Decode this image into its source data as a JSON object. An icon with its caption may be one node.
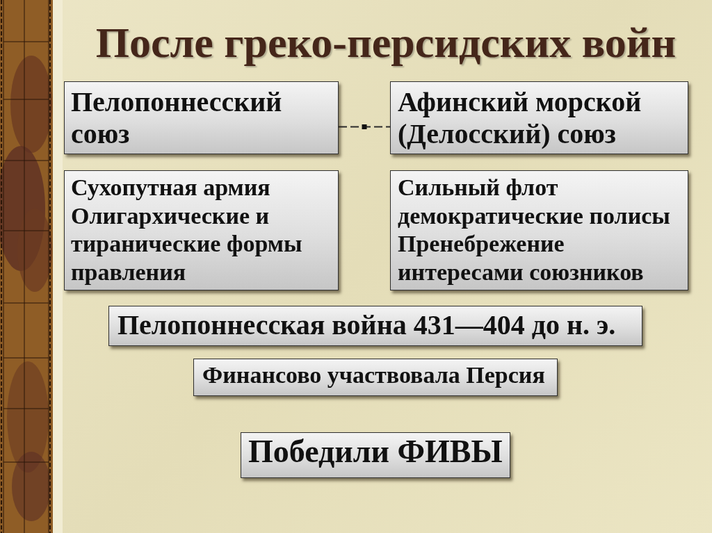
{
  "diagram": {
    "title": "После греко-персидских войн",
    "nodes": [
      {
        "text": [
          "Пелопоннесский союз"
        ]
      },
      {
        "text": [
          "Афинский морской (Делосский) союз"
        ]
      },
      {
        "text": [
          "Сухопутная армия",
          "Олигархические и тиранические формы правления"
        ]
      },
      {
        "text": [
          "Сильный флот",
          "демократические полисы",
          "Пренебрежение интересами союзников"
        ]
      },
      {
        "text": [
          "Пелопоннесская война 431—404 до н. э."
        ]
      },
      {
        "text": [
          "Финансово участвовала Персия"
        ]
      },
      {
        "text": [
          "Победили ФИВЫ"
        ]
      }
    ],
    "edges": [
      {
        "from": 0,
        "to": 1,
        "arrow": "none",
        "style": "dashed"
      }
    ]
  }
}
